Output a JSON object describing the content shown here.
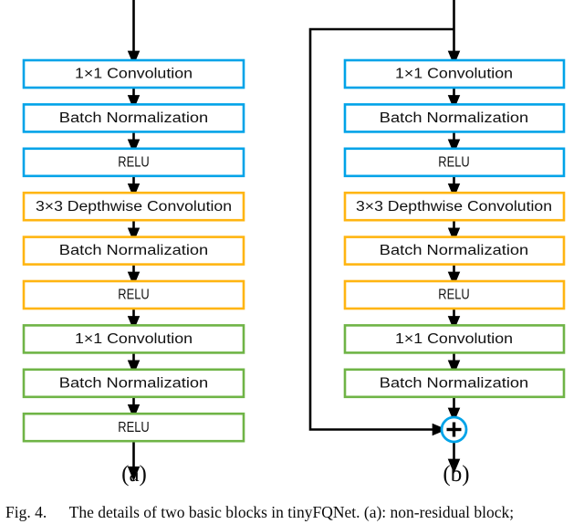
{
  "figure": {
    "caption_label": "Fig. 4.",
    "caption_text": "The details of two basic blocks in tinyFQNet. (a): non-residual block;"
  },
  "colors": {
    "blue": "#00A3E8",
    "yellow": "#FFB511",
    "green": "#6FB446",
    "arrow": "#000000",
    "box_fill": "#FFFFFF",
    "text": "#111111"
  },
  "panels": [
    {
      "id": "a",
      "caption": "(a)",
      "type": "non-residual block",
      "has_skip_connection": false,
      "nodes": [
        {
          "label": "1×1 Convolution",
          "color": "blue"
        },
        {
          "label": "Batch Normalization",
          "color": "blue"
        },
        {
          "label": "RELU",
          "color": "blue"
        },
        {
          "label": "3×3 Depthwise Convolution",
          "color": "yellow"
        },
        {
          "label": "Batch Normalization",
          "color": "yellow"
        },
        {
          "label": "RELU",
          "color": "yellow"
        },
        {
          "label": "1×1 Convolution",
          "color": "green"
        },
        {
          "label": "Batch Normalization",
          "color": "green"
        },
        {
          "label": "RELU",
          "color": "green"
        }
      ]
    },
    {
      "id": "b",
      "caption": "(b)",
      "type": "residual block",
      "has_skip_connection": true,
      "sum_symbol": "+",
      "nodes": [
        {
          "label": "1×1 Convolution",
          "color": "blue"
        },
        {
          "label": "Batch Normalization",
          "color": "blue"
        },
        {
          "label": "RELU",
          "color": "blue"
        },
        {
          "label": "3×3 Depthwise Convolution",
          "color": "yellow"
        },
        {
          "label": "Batch Normalization",
          "color": "yellow"
        },
        {
          "label": "RELU",
          "color": "yellow"
        },
        {
          "label": "1×1 Convolution",
          "color": "green"
        },
        {
          "label": "Batch Normalization",
          "color": "green"
        }
      ]
    }
  ]
}
